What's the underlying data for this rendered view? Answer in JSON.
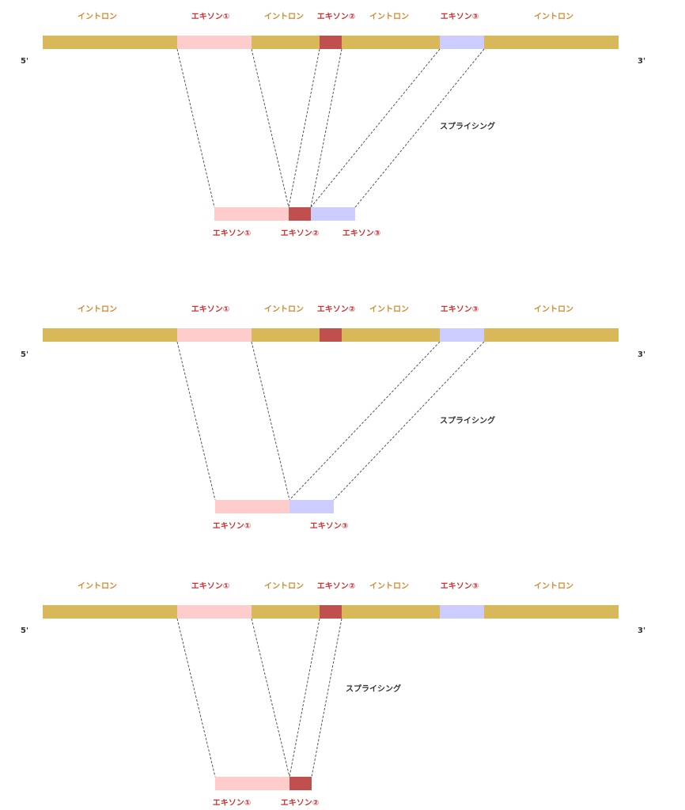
{
  "colors": {
    "intron": "#D9B85A",
    "intron_label": "#D08A30",
    "exon1": "#FFCCCC",
    "exon2": "#C0504D",
    "exon3": "#CCCCFF",
    "exon_label": "#D03030",
    "text": "#333333",
    "connector": "#555555"
  },
  "panels": [
    {
      "five_prime": "5'",
      "three_prime": "3'",
      "splicing_label": "スプライシング",
      "region_labels": [
        {
          "text": "イントロン",
          "kind": "intron"
        },
        {
          "text": "エキソン①",
          "kind": "exon"
        },
        {
          "text": "イントロン",
          "kind": "intron"
        },
        {
          "text": "エキソン②",
          "kind": "exon"
        },
        {
          "text": "イントロン",
          "kind": "intron"
        },
        {
          "text": "エキソン③",
          "kind": "exon"
        },
        {
          "text": "イントロン",
          "kind": "intron"
        }
      ],
      "spliced_exons": [
        {
          "exon": 1,
          "label": "エキソン①"
        },
        {
          "exon": 2,
          "label": "エキソン②"
        },
        {
          "exon": 3,
          "label": "エキソン③"
        }
      ]
    },
    {
      "five_prime": "5'",
      "three_prime": "3'",
      "splicing_label": "スプライシング",
      "region_labels": [
        {
          "text": "イントロン",
          "kind": "intron"
        },
        {
          "text": "エキソン①",
          "kind": "exon"
        },
        {
          "text": "イントロン",
          "kind": "intron"
        },
        {
          "text": "エキソン②",
          "kind": "exon"
        },
        {
          "text": "イントロン",
          "kind": "intron"
        },
        {
          "text": "エキソン③",
          "kind": "exon"
        },
        {
          "text": "イントロン",
          "kind": "intron"
        }
      ],
      "spliced_exons": [
        {
          "exon": 1,
          "label": "エキソン①"
        },
        {
          "exon": 3,
          "label": "エキソン③"
        }
      ]
    },
    {
      "five_prime": "5'",
      "three_prime": "3'",
      "splicing_label": "スプライシング",
      "region_labels": [
        {
          "text": "イントロン",
          "kind": "intron"
        },
        {
          "text": "エキソン①",
          "kind": "exon"
        },
        {
          "text": "イントロン",
          "kind": "intron"
        },
        {
          "text": "エキソン②",
          "kind": "exon"
        },
        {
          "text": "イントロン",
          "kind": "intron"
        },
        {
          "text": "エキソン③",
          "kind": "exon"
        },
        {
          "text": "イントロン",
          "kind": "intron"
        }
      ],
      "spliced_exons": [
        {
          "exon": 1,
          "label": "エキソン①"
        },
        {
          "exon": 2,
          "label": "エキソン②"
        }
      ]
    }
  ]
}
